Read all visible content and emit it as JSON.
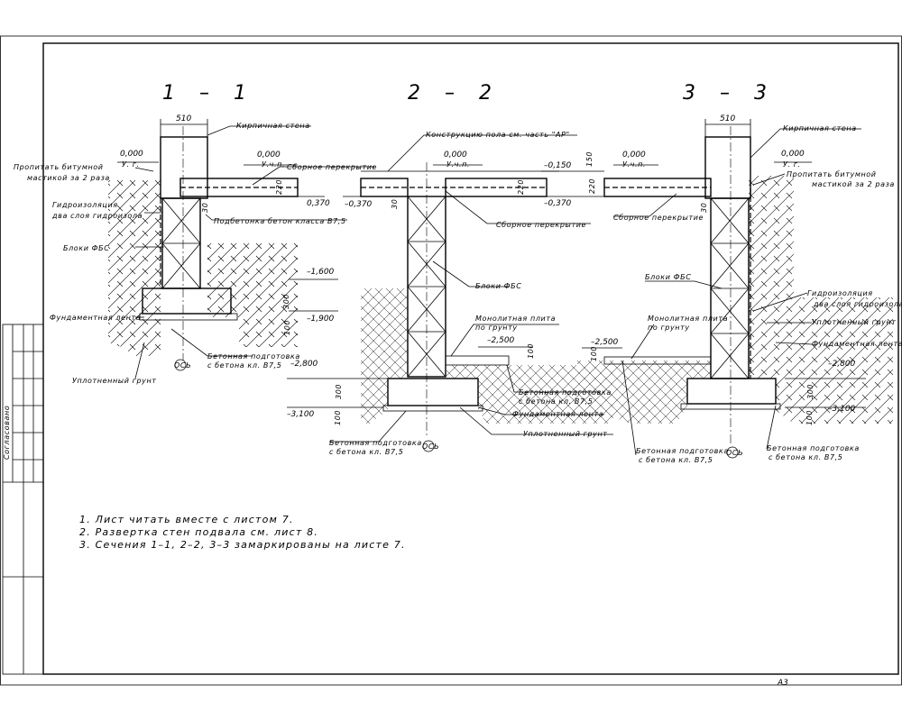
{
  "sections": {
    "s1": "1 – 1",
    "s2": "2 – 2",
    "s3": "3 – 3"
  },
  "labels": {
    "brick_wall": "Кирпичная стена",
    "impregnate_1": "Пропитать битумной",
    "impregnate_2": "мастикой за 2 раза",
    "waterproofing_1": "Гидроизоляция",
    "waterproofing_2": "два слоя гидроизола",
    "blocks_fbs": "Блоки ФБС",
    "foundation_tape": "Фундаментная лента",
    "compacted_soil": "Уплотненный грунт",
    "precast_floor": "Сборное перекрытие",
    "sub_concrete": "Подбетонка бетон класса В7,5",
    "concrete_prep_1": "Бетонная подготовка",
    "concrete_prep_2": "с бетона кл. В7,5",
    "floor_construction": "Конструкцию пола см. часть \"АР\"",
    "monolithic_slab_1": "Монолитная плита",
    "monolithic_slab_2": "по грунту",
    "axis": "ОСЬ",
    "level_gr": "У. г.",
    "level_chp": "У.ч.п.",
    "sheet_format": "А3",
    "side_stamp": "Согласовано"
  },
  "dims": {
    "w510": "510",
    "l0": "0,000",
    "l0150": "–0,150",
    "l0370": "–0,370",
    "l0370b": "0,370",
    "l1600": "–1,600",
    "l1900": "–1,900",
    "l2500": "–2,500",
    "l2800": "–2,800",
    "l3100": "–3,100",
    "d30": "30",
    "d100": "100",
    "d150": "150",
    "d220": "220",
    "d300": "300"
  },
  "notes": [
    "1. Лист читать вместе с листом 7.",
    "2. Развертка стен подвала см. лист 8.",
    "3. Сечения 1–1, 2–2, 3–3 замаркированы на листе 7."
  ]
}
